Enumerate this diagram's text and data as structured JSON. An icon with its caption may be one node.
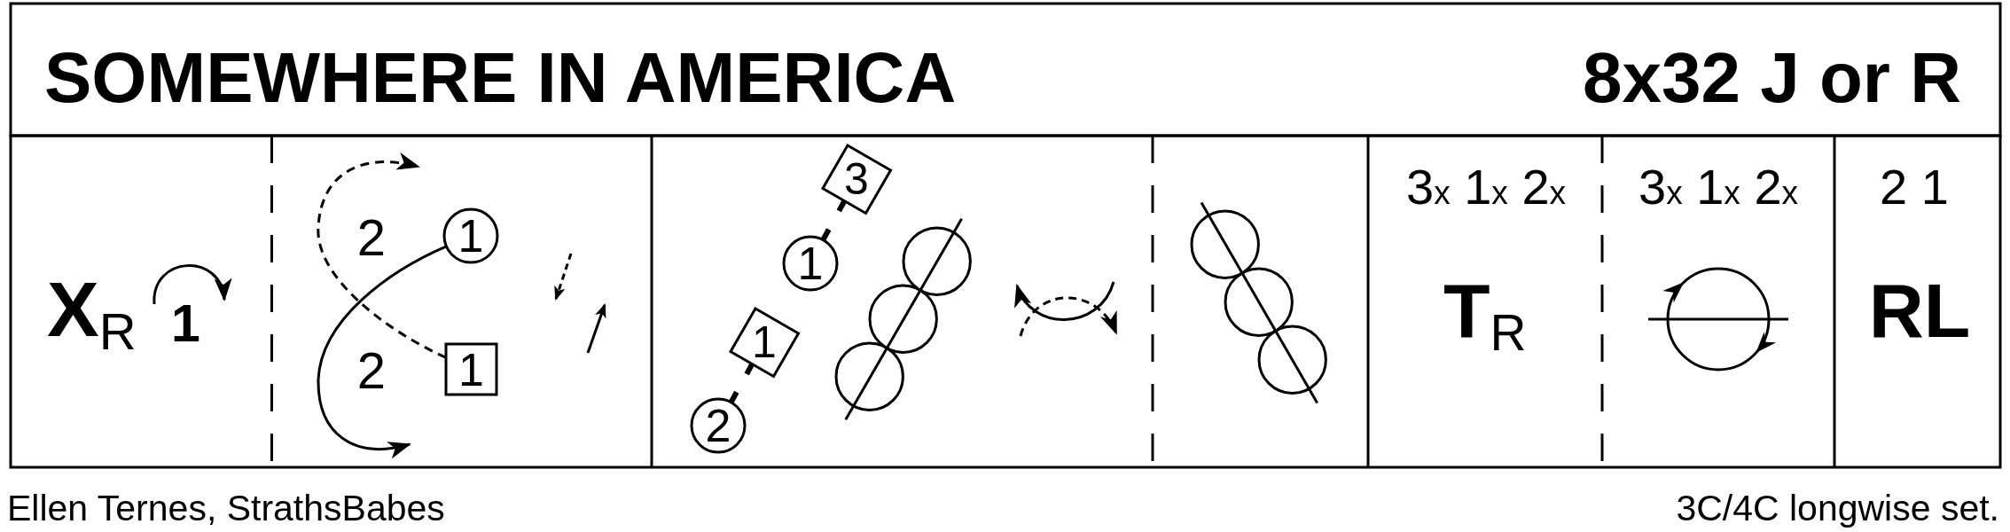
{
  "diagram": {
    "title": "SOMEWHERE IN AMERICA",
    "nodes": [
      {
        "text": [
          "1"
        ]
      },
      {
        "text": [
          "1"
        ]
      },
      {
        "text": [
          "3"
        ]
      },
      {
        "text": [
          "1"
        ]
      },
      {
        "text": [
          "1"
        ]
      },
      {
        "text": [
          "2"
        ]
      },
      {
        "text": [],
        "shape": "circle"
      },
      {
        "text": [],
        "shape": "circle"
      },
      {
        "text": [],
        "shape": "circle"
      },
      {
        "text": [],
        "shape": "circle"
      },
      {
        "text": [],
        "shape": "circle"
      },
      {
        "text": [],
        "shape": "circle"
      },
      {
        "text": [],
        "shape": "circle"
      }
    ],
    "edges": [
      {
        "from": 0,
        "to": null,
        "arrow": "to"
      },
      {
        "from": 1,
        "to": null,
        "arrow": "to",
        "style": "dashed"
      },
      {
        "from": 3,
        "to": 2,
        "arrow": "none",
        "style": "dashed"
      },
      {
        "from": 5,
        "to": 4,
        "arrow": "none",
        "style": "dashed"
      }
    ],
    "labels": [
      "8x32 J or R",
      "**X**$_{R}$",
      "1",
      "2",
      "2",
      "3$_{x}$ 1$_{x}$ 2$_{x}$",
      "**T**$_{R}$",
      "3$_{x}$ 1$_{x}$ 2$_{x}$",
      "2 1",
      "RL",
      "Ellen Ternes, StrathsBabes",
      "3C/4C longwise set."
    ]
  }
}
